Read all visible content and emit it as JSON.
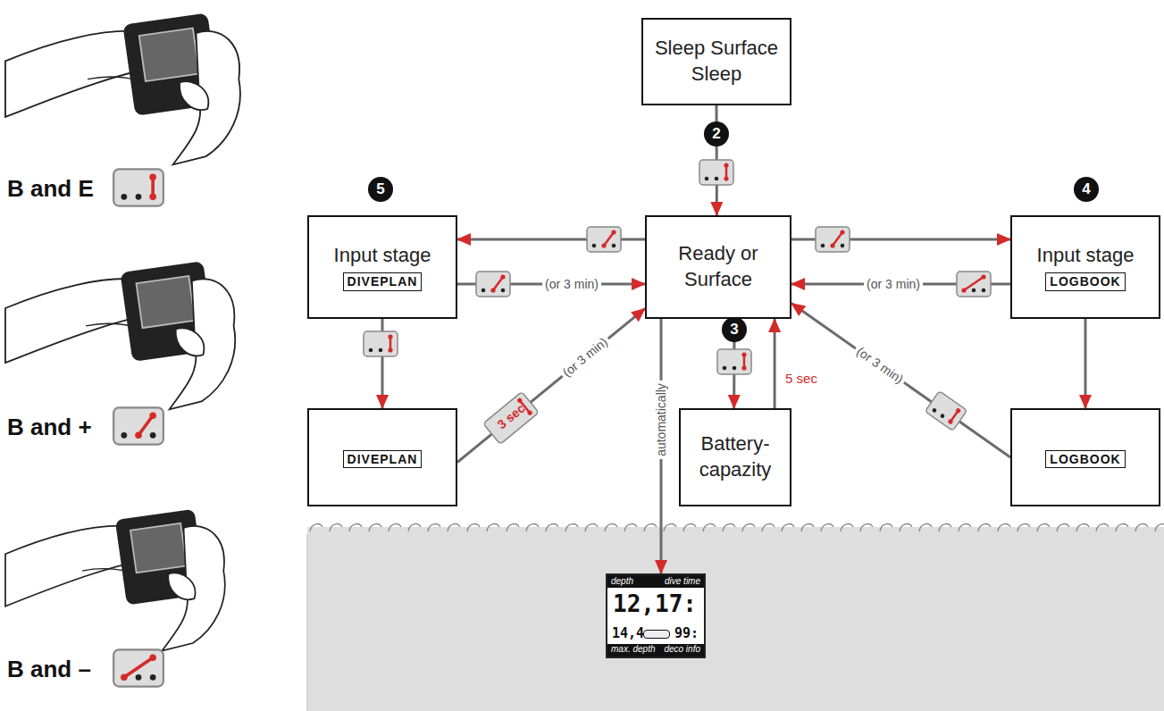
{
  "diagram": {
    "nodes": [
      {
        "text": [
          "Sleep Surface Sleep"
        ]
      },
      {
        "text": [
          "Input stage",
          "DIVEPLAN"
        ]
      },
      {
        "text": [
          "Ready or Surface"
        ]
      },
      {
        "text": [
          "Input stage",
          "LOGBOOK"
        ]
      },
      {
        "text": [
          "DIVEPLAN"
        ]
      },
      {
        "text": [
          "Battery-capazity"
        ]
      },
      {
        "text": [
          "LOGBOOK"
        ]
      },
      {
        "text": [
          "depth",
          "dive time",
          "12,1",
          "7:",
          "14,4",
          "99:",
          "max. depth",
          "deco info"
        ]
      }
    ],
    "edges": [
      {
        "from": 0,
        "to": 2,
        "arrow": "to"
      },
      {
        "from": 2,
        "to": 1,
        "arrow": "to"
      },
      {
        "from": 1,
        "to": 2,
        "label": "(or 3 min)",
        "arrow": "to"
      },
      {
        "from": 2,
        "to": 3,
        "arrow": "to"
      },
      {
        "from": 3,
        "to": 2,
        "label": "(or 3 min)",
        "arrow": "to"
      },
      {
        "from": 1,
        "to": 4,
        "arrow": "to"
      },
      {
        "from": 4,
        "to": 2,
        "label": "(or 3 min)",
        "arrow": "to"
      },
      {
        "from": 2,
        "to": 5,
        "arrow": "to"
      },
      {
        "from": 5,
        "to": 2,
        "label": "5 sec",
        "arrow": "to"
      },
      {
        "from": 3,
        "to": 6,
        "arrow": "to"
      },
      {
        "from": 6,
        "to": 2,
        "label": "(or 3 min)",
        "arrow": "to"
      },
      {
        "from": 2,
        "to": 7,
        "label": "automatically",
        "arrow": "to"
      }
    ],
    "labels": [
      "B and E",
      "5",
      "2",
      "4",
      "3",
      "3 sec",
      "B and +",
      "B and –"
    ]
  }
}
